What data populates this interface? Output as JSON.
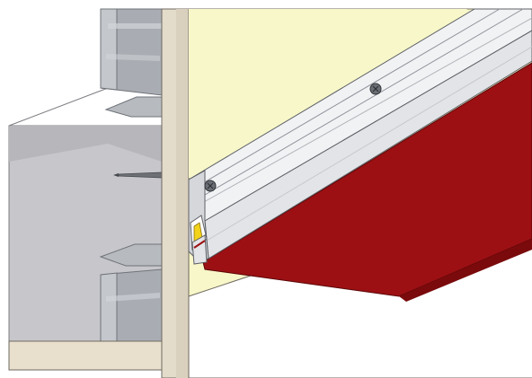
{
  "scene": {
    "subject": "ceiling-stretch-fabric-perimeter-profile",
    "components": [
      "drywall-panel",
      "metal-studs",
      "screw",
      "aluminium-profile",
      "profile-fixing-screws",
      "harpoon-edge",
      "stretch-membrane"
    ]
  },
  "colors": {
    "wall_face": "#f8f8c8",
    "panel_edge": "#e4dbc8",
    "cavity_floor": "#c8c8cc",
    "stud_steel": "#a8acb2",
    "profile_aluminium": "#e9eaec",
    "membrane": "#9b0f12",
    "harpoon": "#f2d21a"
  }
}
